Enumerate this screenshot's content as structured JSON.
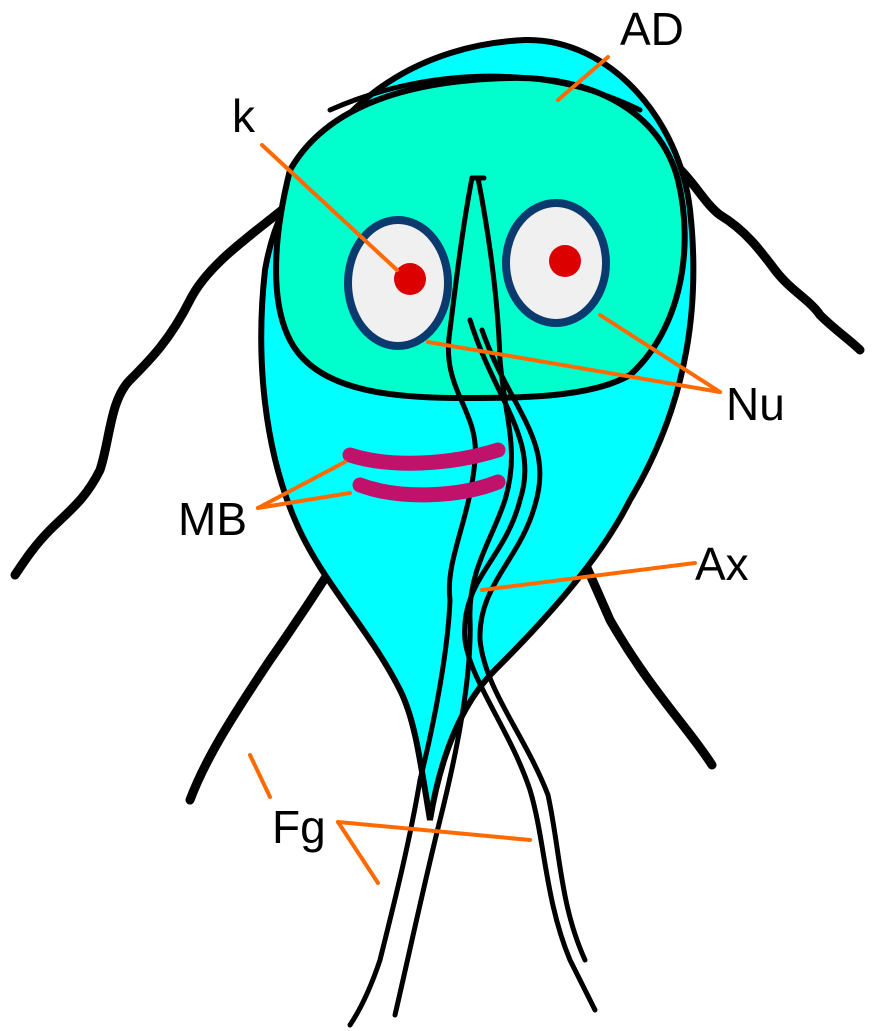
{
  "labels": {
    "ad": "AD",
    "k": "k",
    "nu": "Nu",
    "mb": "MB",
    "ax": "Ax",
    "fg": "Fg"
  },
  "colors": {
    "cell_body": "#00ffff",
    "adhesive_disc": "#00ffcc",
    "nucleus_fill": "#f0f0f0",
    "nucleus_rim": "#0b3a6e",
    "karyosome": "#dd0000",
    "median_body": "#c0126a",
    "leader_line": "#ff6a00",
    "outline": "#000000"
  }
}
